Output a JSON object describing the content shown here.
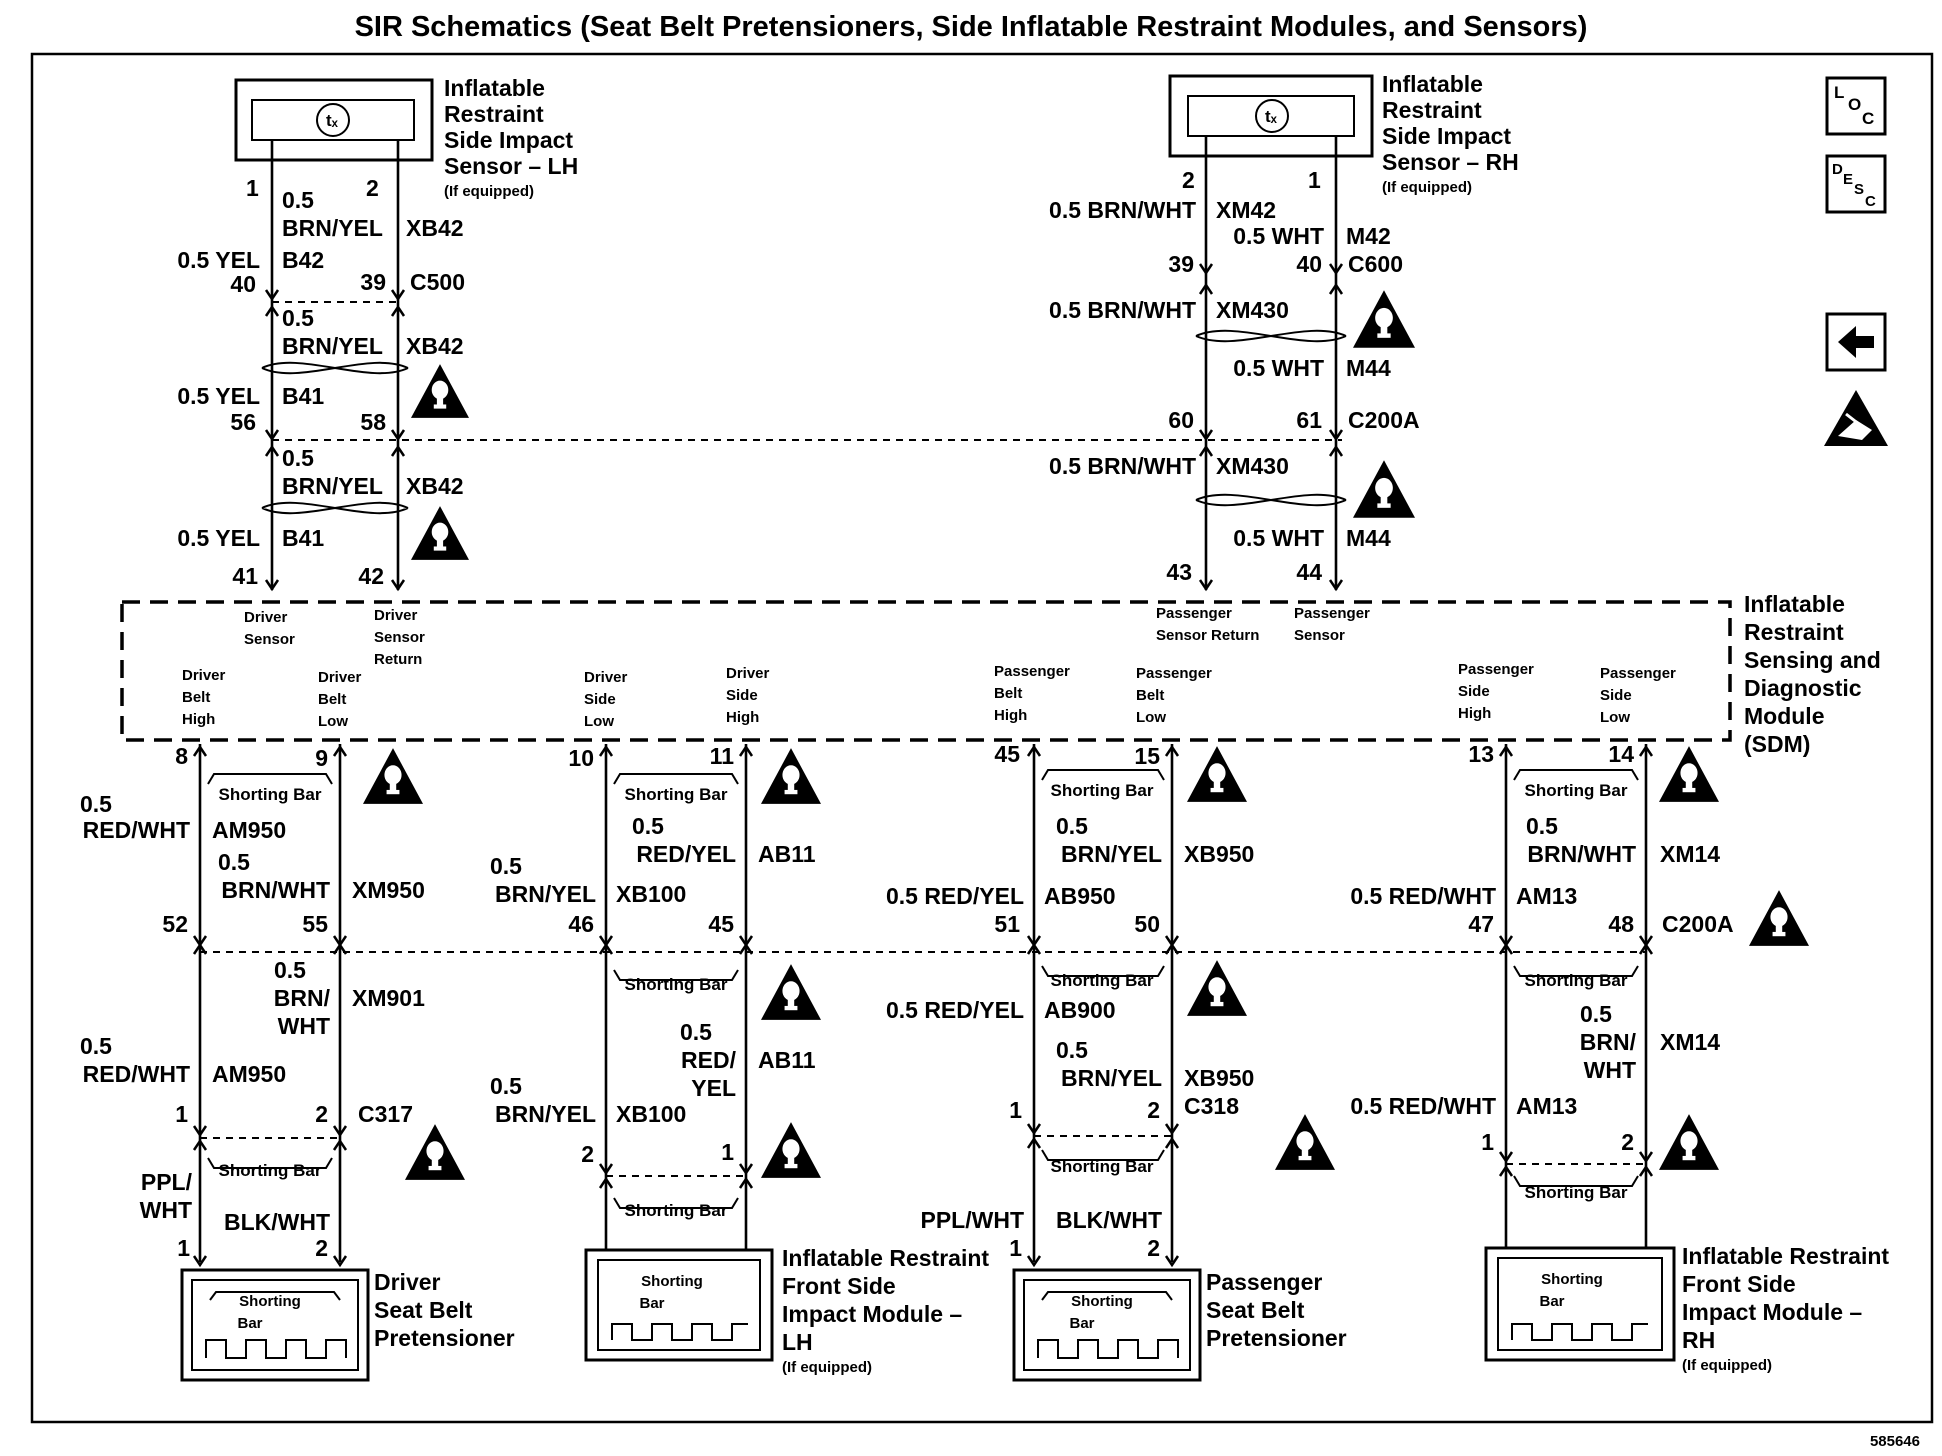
{
  "title": "SIR Schematics (Seat Belt Pretensioners, Side Inflatable Restraint Modules, and Sensors)",
  "doc_number": "585646",
  "icons": {
    "loc": "LOC",
    "desc": "DESC",
    "left_arrow_icon": "arrow-left",
    "esd_icon": "esd-hand"
  },
  "sensors": {
    "lh": {
      "label": [
        "Inflatable",
        "Restraint",
        "Side Impact",
        "Sensor – LH"
      ],
      "note": "(If equipped)",
      "pin_a": "1",
      "pin_b": "2"
    },
    "rh": {
      "label": [
        "Inflatable",
        "Restraint",
        "Side Impact",
        "Sensor – RH"
      ],
      "note": "(If equipped)",
      "pin_a": "2",
      "pin_b": "1"
    }
  },
  "lh_upper": {
    "w1_size": "0.5",
    "w1_color": "BRN/YEL",
    "w1_circuit": "XB42",
    "w2_label": "0.5 YEL",
    "w2_circuit": "B42",
    "c500_pin_a": "40",
    "c500_pin_b": "39",
    "c500": "C500",
    "s2_size": "0.5",
    "s2_color": "BRN/YEL",
    "s2_circuit": "XB42",
    "s2_yel": "0.5 YEL",
    "s2_yel_circuit": "B41",
    "c200_pin_a": "56",
    "c200_pin_b": "58",
    "s3_size": "0.5",
    "s3_color": "BRN/YEL",
    "s3_circuit": "XB42",
    "s3_yel": "0.5 YEL",
    "s3_yel_circuit": "B41",
    "sdm_pin_a": "41",
    "sdm_pin_b": "42"
  },
  "rh_upper": {
    "w1_label": "0.5 BRN/WHT",
    "w1_circuit": "XM42",
    "w2_label": "0.5 WHT",
    "w2_circuit": "M42",
    "c600_pin_a": "39",
    "c600_pin_b": "40",
    "c600": "C600",
    "s2_label": "0.5 BRN/WHT",
    "s2_circuit": "XM430",
    "s2_wht": "0.5 WHT",
    "s2_wht_circuit": "M44",
    "c200_pin_a": "60",
    "c200_pin_b": "61",
    "c200": "C200A",
    "s3_label": "0.5 BRN/WHT",
    "s3_circuit": "XM430",
    "s3_wht": "0.5 WHT",
    "s3_wht_circuit": "M44",
    "sdm_pin_a": "43",
    "sdm_pin_b": "44"
  },
  "sdm": {
    "label": [
      "Inflatable",
      "Restraint",
      "Sensing and",
      "Diagnostic",
      "Module",
      "(SDM)"
    ],
    "driver_sensor": [
      "Driver",
      "Sensor"
    ],
    "driver_sensor_return": [
      "Driver",
      "Sensor",
      "Return"
    ],
    "passenger_sensor_return": [
      "Passenger",
      "Sensor Return"
    ],
    "passenger_sensor": [
      "Passenger",
      "Sensor"
    ],
    "driver_belt_high": [
      "Driver",
      "Belt",
      "High"
    ],
    "driver_belt_low": [
      "Driver",
      "Belt",
      "Low"
    ],
    "driver_side_low": [
      "Driver",
      "Side",
      "Low"
    ],
    "driver_side_high": [
      "Driver",
      "Side",
      "High"
    ],
    "passenger_belt_high": [
      "Passenger",
      "Belt",
      "High"
    ],
    "passenger_belt_low": [
      "Passenger",
      "Belt",
      "Low"
    ],
    "passenger_side_high": [
      "Passenger",
      "Side",
      "High"
    ],
    "passenger_side_low": [
      "Passenger",
      "Side",
      "Low"
    ]
  },
  "shorting_bar": "Shorting Bar",
  "shorting_bar_split": [
    "Shorting",
    "Bar"
  ],
  "col1": {
    "pin_top_a": "8",
    "pin_top_b": "9",
    "w1_size": "0.5",
    "w1_color": "RED/WHT",
    "w1_circuit": "AM950",
    "w2_size": "0.5",
    "w2_color": "BRN/WHT",
    "w2_circuit": "XM950",
    "pin_c200_a": "52",
    "pin_c200_b": "55",
    "w3_size": "0.5",
    "w3_color": [
      "BRN/",
      "WHT"
    ],
    "w3_circuit": "XM901",
    "w4_size": "0.5",
    "w4_color": "RED/WHT",
    "w4_circuit": "AM950",
    "pin_c317_a": "1",
    "pin_c317_b": "2",
    "c317": "C317",
    "w5_color": [
      "PPL/",
      "WHT"
    ],
    "w6_color": "BLK/WHT",
    "pin_comp_a": "1",
    "pin_comp_b": "2",
    "component": [
      "Driver",
      "Seat Belt",
      "Pretensioner"
    ]
  },
  "col2": {
    "pin_top_a": "10",
    "pin_top_b": "11",
    "w1_size": "0.5",
    "w1_color": "RED/YEL",
    "w1_circuit": "AB11",
    "w2_size": "0.5",
    "w2_color": "BRN/YEL",
    "w2_circuit": "XB100",
    "pin_c200_a": "46",
    "pin_c200_b": "45",
    "w3_size": "0.5",
    "w3_color": [
      "RED/",
      "YEL"
    ],
    "w3_circuit": "AB11",
    "w4_size": "0.5",
    "w4_color": "BRN/YEL",
    "w4_circuit": "XB100",
    "pin_conn_a": "2",
    "pin_conn_b": "1",
    "component": [
      "Inflatable Restraint",
      "Front Side",
      "Impact Module –",
      "LH"
    ],
    "component_note": "(If equipped)"
  },
  "col3": {
    "pin_top_a": "45",
    "pin_top_b": "15",
    "w1_size": "0.5",
    "w1_color": "BRN/YEL",
    "w1_circuit": "XB950",
    "w2_label": "0.5 RED/YEL",
    "w2_circuit": "AB950",
    "pin_c200_a": "51",
    "pin_c200_b": "50",
    "w3_label": "0.5 RED/YEL",
    "w3_circuit": "AB900",
    "w4_size": "0.5",
    "w4_color": "BRN/YEL",
    "w4_circuit": "XB950",
    "pin_c318_a": "1",
    "pin_c318_b": "2",
    "c318": "C318",
    "w5_color": "PPL/WHT",
    "w6_color": "BLK/WHT",
    "pin_comp_a": "1",
    "pin_comp_b": "2",
    "component": [
      "Passenger",
      "Seat Belt",
      "Pretensioner"
    ]
  },
  "col4": {
    "pin_top_a": "13",
    "pin_top_b": "14",
    "w1_size": "0.5",
    "w1_color": "BRN/WHT",
    "w1_circuit": "XM14",
    "w2_label": "0.5 RED/WHT",
    "w2_circuit": "AM13",
    "pin_c200_a": "47",
    "pin_c200_b": "48",
    "c200": "C200A",
    "w3_size": "0.5",
    "w3_color": [
      "BRN/",
      "WHT"
    ],
    "w3_circuit": "XM14",
    "w4_label": "0.5 RED/WHT",
    "w4_circuit": "AM13",
    "pin_conn_a": "1",
    "pin_conn_b": "2",
    "component": [
      "Inflatable Restraint",
      "Front Side",
      "Impact Module –",
      "RH"
    ],
    "component_note": "(If equipped)"
  }
}
